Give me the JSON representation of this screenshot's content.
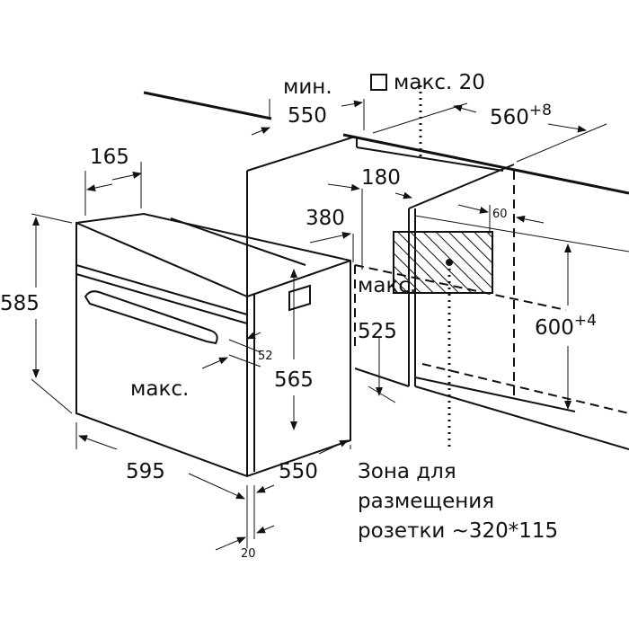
{
  "labels": {
    "min": "мин.",
    "min_depth": "550",
    "max_gap": "макс. 20",
    "niche_width": "560",
    "niche_width_tol": "+8",
    "panel_depth": "165",
    "socket_offset": "180",
    "socket_depth": "380",
    "vent": "60",
    "height_total": "585",
    "max_label_right": "макс.",
    "max_height_right": "525",
    "niche_height": "600",
    "niche_height_tol": "+4",
    "handle": "52",
    "max_label_left": "макс.",
    "body_height": "565",
    "width": "595",
    "body_depth": "550",
    "front_thickness": "20",
    "zone_line1": "Зона для",
    "zone_line2": "размещения",
    "zone_line3": "розетки ~320*115"
  }
}
